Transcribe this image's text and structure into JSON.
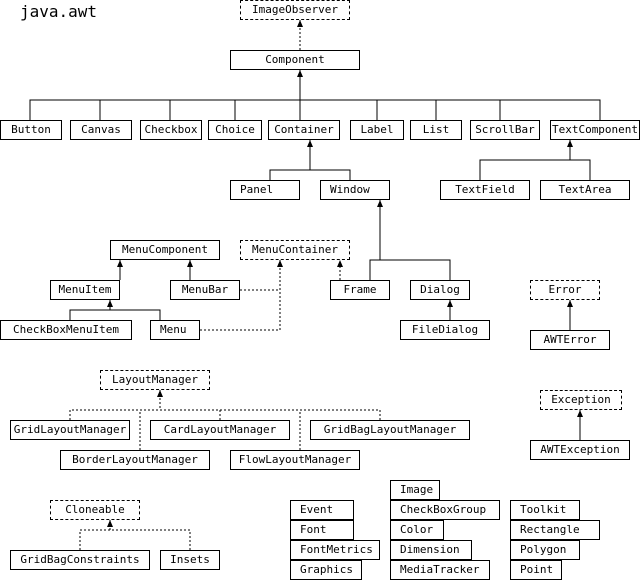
{
  "title": "java.awt",
  "classes": {
    "imageobserver": "ImageObserver",
    "component": "Component",
    "button": "Button",
    "canvas": "Canvas",
    "checkbox": "Checkbox",
    "choice": "Choice",
    "container": "Container",
    "label": "Label",
    "list": "List",
    "scrollbar": "ScrollBar",
    "textcomponent": "TextComponent",
    "panel": "Panel",
    "window": "Window",
    "textfield": "TextField",
    "textarea": "TextArea",
    "menucomponent": "MenuComponent",
    "menucontainer": "MenuContainer",
    "menuitem": "MenuItem",
    "menubar": "MenuBar",
    "frame": "Frame",
    "dialog": "Dialog",
    "error": "Error",
    "checkboxmenuitem": "CheckBoxMenuItem",
    "menu": "Menu",
    "filedialog": "FileDialog",
    "awterror": "AWTError",
    "layoutmanager": "LayoutManager",
    "exception": "Exception",
    "gridlayoutmanager": "GridLayoutManager",
    "cardlayoutmanager": "CardLayoutManager",
    "gridbaglayoutmanager": "GridBagLayoutManager",
    "borderlayoutmanager": "BorderLayoutManager",
    "flowlayoutmanager": "FlowLayoutManager",
    "awtexception": "AWTException",
    "cloneable": "Cloneable",
    "gridbagconstraints": "GridBagConstraints",
    "insets": "Insets",
    "event": "Event",
    "font": "Font",
    "fontmetrics": "FontMetrics",
    "graphics": "Graphics",
    "image": "Image",
    "checkboxgroup": "CheckBoxGroup",
    "color": "Color",
    "dimension": "Dimension",
    "mediatracker": "MediaTracker",
    "toolkit": "Toolkit",
    "rectangle": "Rectangle",
    "polygon": "Polygon",
    "point": "Point"
  },
  "interfaces": [
    "imageobserver",
    "menucontainer",
    "error",
    "layoutmanager",
    "exception",
    "cloneable"
  ],
  "edges": [
    {
      "from": "component",
      "to": "imageobserver",
      "kind": "implements"
    },
    {
      "from": "button",
      "to": "component",
      "kind": "extends"
    },
    {
      "from": "canvas",
      "to": "component",
      "kind": "extends"
    },
    {
      "from": "checkbox",
      "to": "component",
      "kind": "extends"
    },
    {
      "from": "choice",
      "to": "component",
      "kind": "extends"
    },
    {
      "from": "container",
      "to": "component",
      "kind": "extends"
    },
    {
      "from": "label",
      "to": "component",
      "kind": "extends"
    },
    {
      "from": "list",
      "to": "component",
      "kind": "extends"
    },
    {
      "from": "scrollbar",
      "to": "component",
      "kind": "extends"
    },
    {
      "from": "textcomponent",
      "to": "component",
      "kind": "extends"
    },
    {
      "from": "panel",
      "to": "container",
      "kind": "extends"
    },
    {
      "from": "window",
      "to": "container",
      "kind": "extends"
    },
    {
      "from": "textfield",
      "to": "textcomponent",
      "kind": "extends"
    },
    {
      "from": "textarea",
      "to": "textcomponent",
      "kind": "extends"
    },
    {
      "from": "frame",
      "to": "window",
      "kind": "extends"
    },
    {
      "from": "dialog",
      "to": "window",
      "kind": "extends"
    },
    {
      "from": "frame",
      "to": "menucontainer",
      "kind": "implements"
    },
    {
      "from": "filedialog",
      "to": "dialog",
      "kind": "extends"
    },
    {
      "from": "menuitem",
      "to": "menucomponent",
      "kind": "extends"
    },
    {
      "from": "menubar",
      "to": "menucomponent",
      "kind": "extends"
    },
    {
      "from": "menubar",
      "to": "menucontainer",
      "kind": "implements"
    },
    {
      "from": "menu",
      "to": "menucontainer",
      "kind": "implements"
    },
    {
      "from": "checkboxmenuitem",
      "to": "menuitem",
      "kind": "extends"
    },
    {
      "from": "menu",
      "to": "menuitem",
      "kind": "extends"
    },
    {
      "from": "awterror",
      "to": "error",
      "kind": "extends"
    },
    {
      "from": "gridlayoutmanager",
      "to": "layoutmanager",
      "kind": "implements"
    },
    {
      "from": "cardlayoutmanager",
      "to": "layoutmanager",
      "kind": "implements"
    },
    {
      "from": "gridbaglayoutmanager",
      "to": "layoutmanager",
      "kind": "implements"
    },
    {
      "from": "borderlayoutmanager",
      "to": "layoutmanager",
      "kind": "implements"
    },
    {
      "from": "flowlayoutmanager",
      "to": "layoutmanager",
      "kind": "implements"
    },
    {
      "from": "awtexception",
      "to": "exception",
      "kind": "extends"
    },
    {
      "from": "gridbagconstraints",
      "to": "cloneable",
      "kind": "implements"
    },
    {
      "from": "insets",
      "to": "cloneable",
      "kind": "implements"
    }
  ]
}
